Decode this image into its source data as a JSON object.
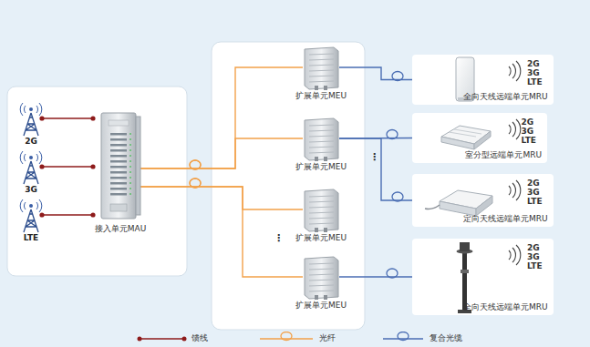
{
  "diagram": {
    "nodes": [
      {
        "text": [
          "2G"
        ]
      },
      {
        "text": [
          "3G"
        ]
      },
      {
        "text": [
          "LTE"
        ]
      },
      {
        "text": [
          "接入单元MAU"
        ]
      },
      {
        "text": [
          "扩展单元MEU"
        ]
      },
      {
        "text": [
          "扩展单元MEU"
        ]
      },
      {
        "text": [
          "扩展单元MEU"
        ]
      },
      {
        "text": [
          "扩展单元MEU"
        ]
      },
      {
        "text": [
          "2G 3G LTE",
          "全向天线远端单元MRU"
        ]
      },
      {
        "text": [
          "2G 3G LTE",
          "室分型远端单元MRU"
        ]
      },
      {
        "text": [
          "2G 3G LTE",
          "定向天线远端单元MRU"
        ]
      },
      {
        "text": [
          "2G 3G LTE",
          "全向天线远端单元MRU"
        ]
      }
    ],
    "edges": [
      {
        "from": 0,
        "to": 3,
        "arrow": "none"
      },
      {
        "from": 1,
        "to": 3,
        "arrow": "none"
      },
      {
        "from": 2,
        "to": 3,
        "arrow": "none"
      },
      {
        "from": 3,
        "to": 4,
        "arrow": "none"
      },
      {
        "from": 3,
        "to": 5,
        "arrow": "none"
      },
      {
        "from": 3,
        "to": 6,
        "arrow": "none"
      },
      {
        "from": 3,
        "to": 7,
        "arrow": "none"
      },
      {
        "from": 4,
        "to": 8,
        "arrow": "none"
      },
      {
        "from": 5,
        "to": 9,
        "arrow": "none"
      },
      {
        "from": 5,
        "to": 10,
        "arrow": "none"
      },
      {
        "from": 7,
        "to": 11,
        "arrow": "none"
      }
    ],
    "labels": [
      "⋮",
      "⋮"
    ],
    "legend": [
      {
        "text": "馈线"
      },
      {
        "text": "光纤"
      },
      {
        "text": "复合光缆"
      }
    ]
  }
}
